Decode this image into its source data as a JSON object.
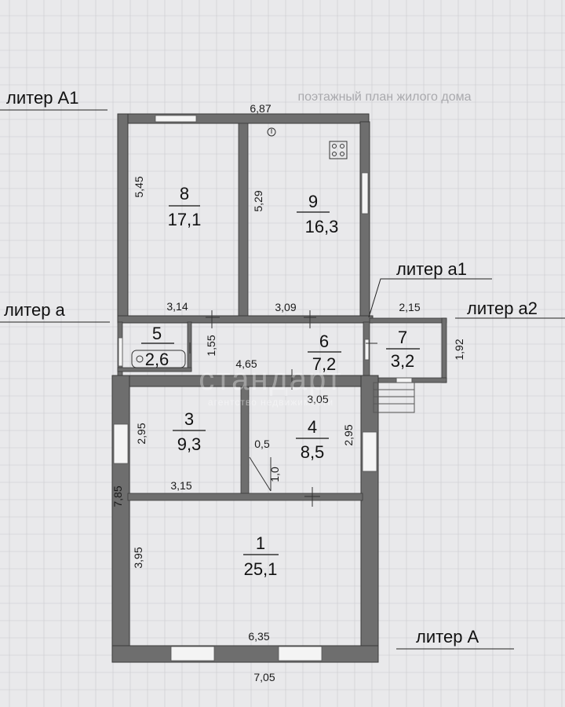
{
  "liters": {
    "a1_upper": "литер А1",
    "a_lower": "литер а",
    "a1_lower": "литер а1",
    "a2": "литер а2",
    "A": "литер А"
  },
  "rooms": [
    {
      "num": "8",
      "area": "17,1"
    },
    {
      "num": "9",
      "area": "16,3"
    },
    {
      "num": "5",
      "area": "2,6"
    },
    {
      "num": "6",
      "area": "7,2"
    },
    {
      "num": "7",
      "area": "3,2"
    },
    {
      "num": "3",
      "area": "9,3"
    },
    {
      "num": "4",
      "area": "8,5"
    },
    {
      "num": "1",
      "area": "25,1"
    }
  ],
  "dimensions": {
    "top_width": "6,87",
    "room8_height": "5,45",
    "room9_height": "5,29",
    "room8_width": "3,14",
    "room9_width": "3,09",
    "room7_width": "2,15",
    "room7_height": "1,92",
    "corridor_height": "1,55",
    "corridor_width": "4,65",
    "room4_width": "3,05",
    "room3_height": "2,95",
    "room4_height": "2,95",
    "step_w": "0,5",
    "step_h": "1,0",
    "room3_width": "3,15",
    "total_height": "7,85",
    "room1_height": "3,95",
    "room1_width": "6,35",
    "bottom_width": "7,05"
  },
  "watermark": {
    "title": "стандарт",
    "subtitle": "агентство недвижимости"
  },
  "header_text": "поэтажный план жилого дома"
}
